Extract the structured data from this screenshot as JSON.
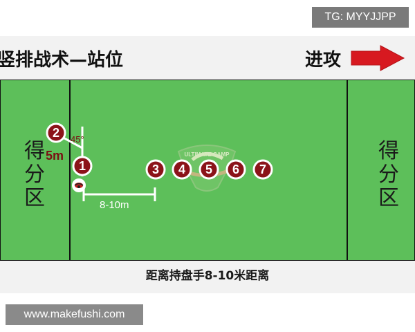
{
  "header": {
    "title": "竖排战术—站位",
    "attack_label": "进攻"
  },
  "field": {
    "left_endzone_label": "得分区",
    "right_endzone_label": "得分区",
    "field_color": "#5dbf5a",
    "line_color": "#111111",
    "logo_text": "ULTIMATE CAMP",
    "players": [
      "2",
      "1",
      "3",
      "4",
      "5",
      "6",
      "7"
    ],
    "player_color": "#8b1319",
    "angle_label": "45°",
    "short_distance_label": "5m",
    "long_distance_label": "8-10m"
  },
  "caption": "距离持盘手8-10米距离",
  "overlays": {
    "tg_label": "TG: MYYJJPP",
    "watermark": "www.makefushi.com"
  },
  "colors": {
    "arrow": "#d71920",
    "text_red": "#8b1319",
    "background_panel": "#f2f2f2",
    "dark_gray_badge": "#7a7a7a"
  }
}
